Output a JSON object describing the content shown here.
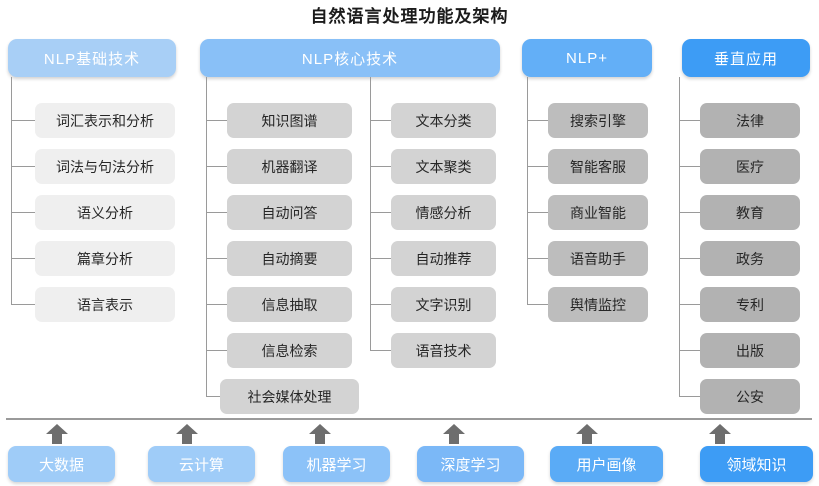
{
  "title": "自然语言处理功能及架构",
  "colors": {
    "header_1": "#a8cff6",
    "header_2": "#89c0f7",
    "header_3": "#63aff7",
    "header_4": "#3d9cf5",
    "item_1": "#efefef",
    "item_2": "#d3d3d3",
    "item_3": "#bdbdbd",
    "item_4": "#b2b2b2",
    "connector": "#9a9a9a",
    "arrow": "#6e6e6e",
    "title_text": "#1b1b1b"
  },
  "columns": [
    {
      "id": "nlp-basic",
      "header": "NLP基础技术",
      "items": [
        "词汇表示和分析",
        "词法与句法分析",
        "语义分析",
        "篇章分析",
        "语言表示"
      ]
    },
    {
      "id": "nlp-core",
      "header": "NLP核心技术",
      "items_left": [
        "知识图谱",
        "机器翻译",
        "自动问答",
        "自动摘要",
        "信息抽取",
        "信息检索",
        "社会媒体处理"
      ],
      "items_right": [
        "文本分类",
        "文本聚类",
        "情感分析",
        "自动推荐",
        "文字识别",
        "语音技术"
      ]
    },
    {
      "id": "nlp-plus",
      "header": "NLP+",
      "items": [
        "搜索引擎",
        "智能客服",
        "商业智能",
        "语音助手",
        "舆情监控"
      ]
    },
    {
      "id": "vertical-apps",
      "header": "垂直应用",
      "items": [
        "法律",
        "医疗",
        "教育",
        "政务",
        "专利",
        "出版",
        "公安"
      ]
    }
  ],
  "foundation": {
    "items": [
      {
        "label": "大数据",
        "color": "#9fccf8"
      },
      {
        "label": "云计算",
        "color": "#9fccf8"
      },
      {
        "label": "机器学习",
        "color": "#8cc2f8"
      },
      {
        "label": "深度学习",
        "color": "#7bb8f7"
      },
      {
        "label": "用户画像",
        "color": "#5aabf6"
      },
      {
        "label": "领域知识",
        "color": "#3d9cf5"
      }
    ],
    "arrow_icon": "arrow-up-icon"
  }
}
